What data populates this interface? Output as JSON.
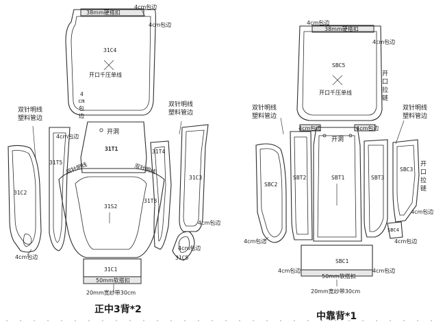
{
  "left_group": {
    "caption": "正中3背*2",
    "strap_top": "38mm硬搭扣",
    "back_piece": "31C4",
    "back_center": "开口千压单线",
    "top_wrap": "4cm包边",
    "side_wrap": "4cm包边",
    "left_wrap_vertical": "4\ncm\n包\n边",
    "double_stitch": "双针明线\n塑料管边",
    "double_stitch_right": "双针明线\n塑料管边",
    "t5_wrap": "4cm包边",
    "opening": "开洞",
    "piece_t1": "31T1",
    "piece_t5": "31T5",
    "piece_t4": "31T4",
    "piece_t3": "31T3",
    "piece_s2": "31S2",
    "piece_c2": "31C2",
    "piece_c3": "31C3",
    "piece_c5": "31C5",
    "piece_c1": "31C1",
    "c2_wrap": "4cm包边",
    "c3_wrap": "4cm包边",
    "c5_wrap": "4cm包边",
    "diag_label_a": "双针明线",
    "diag_label_b": "双针明线",
    "soft_strap": "50mm软搭扣",
    "web": "20mm宽纱带30cm"
  },
  "right_group": {
    "caption": "中靠背*1",
    "strap_top": "38mm硬搭扣",
    "top_wrap": "4cm包边",
    "right_wrap": "4cm包边",
    "back_piece": "SBC5",
    "back_center": "开口千压单线",
    "zip_top": "开\n口\n拉\n链",
    "zip_right": "开\n口\n拉\n链",
    "double_stitch": "双针明线\n塑料管边",
    "double_stitch_right": "双针明线\n塑料管边",
    "wrap_mid_left": "4cm包边",
    "wrap_mid_right": "4cm包边",
    "opening": "开洞",
    "piece_sbt1": "SBT1",
    "piece_sbt2": "SBT2",
    "piece_sbt3": "SBT3",
    "piece_sbc2": "SBC2",
    "piece_sbc3": "SBC3",
    "piece_sbc4": "SBC4",
    "piece_sbc1": "SBC1",
    "sbc3_wrap": "4cm包边",
    "sbc4_wrap": "4cm包边",
    "sbc2_wrap": "4cm包边",
    "bottom_wrap_left": "4cm包边",
    "bottom_wrap_right": "4cm包边",
    "soft_strap": "50mm软搭扣",
    "web": "20mm宽纱带30cm"
  }
}
